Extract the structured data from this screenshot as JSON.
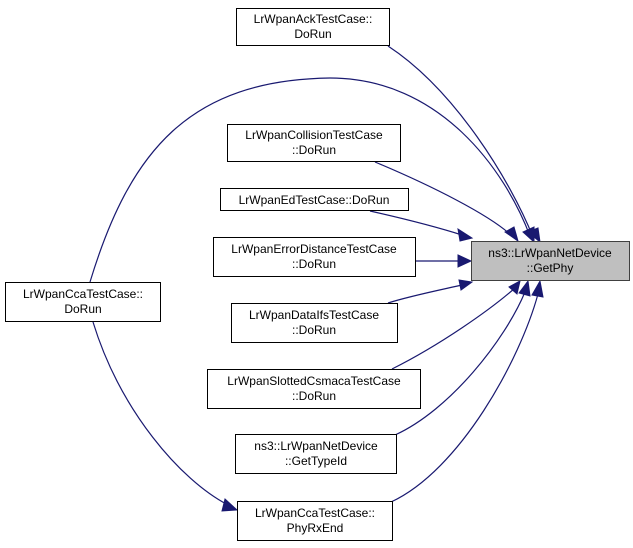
{
  "diagram": {
    "type": "call-graph",
    "colors": {
      "edge": "#191970",
      "target_fill": "#bfbfbf",
      "node_fill": "#ffffff",
      "node_border": "#000000"
    },
    "target": {
      "id": "getphy",
      "lines": [
        "ns3::LrWpanNetDevice",
        "::GetPhy"
      ]
    },
    "nodes": [
      {
        "id": "ack",
        "lines": [
          "LrWpanAckTestCase::",
          "DoRun"
        ]
      },
      {
        "id": "collision",
        "lines": [
          "LrWpanCollisionTestCase",
          "::DoRun"
        ]
      },
      {
        "id": "ed",
        "lines": [
          "LrWpanEdTestCase::DoRun"
        ]
      },
      {
        "id": "errdist",
        "lines": [
          "LrWpanErrorDistanceTestCase",
          "::DoRun"
        ]
      },
      {
        "id": "dataifs",
        "lines": [
          "LrWpanDataIfsTestCase",
          "::DoRun"
        ]
      },
      {
        "id": "slotted",
        "lines": [
          "LrWpanSlottedCsmacaTestCase",
          "::DoRun"
        ]
      },
      {
        "id": "gettypeid",
        "lines": [
          "ns3::LrWpanNetDevice",
          "::GetTypeId"
        ]
      },
      {
        "id": "phyrxend",
        "lines": [
          "LrWpanCcaTestCase::",
          "PhyRxEnd"
        ]
      },
      {
        "id": "cca",
        "lines": [
          "LrWpanCcaTestCase::",
          "DoRun"
        ]
      }
    ],
    "edges": [
      {
        "from": "ack",
        "to": "getphy"
      },
      {
        "from": "cca",
        "to": "getphy"
      },
      {
        "from": "collision",
        "to": "getphy"
      },
      {
        "from": "ed",
        "to": "getphy"
      },
      {
        "from": "errdist",
        "to": "getphy"
      },
      {
        "from": "dataifs",
        "to": "getphy"
      },
      {
        "from": "slotted",
        "to": "getphy"
      },
      {
        "from": "gettypeid",
        "to": "getphy"
      },
      {
        "from": "phyrxend",
        "to": "getphy"
      },
      {
        "from": "cca",
        "to": "phyrxend"
      }
    ]
  }
}
